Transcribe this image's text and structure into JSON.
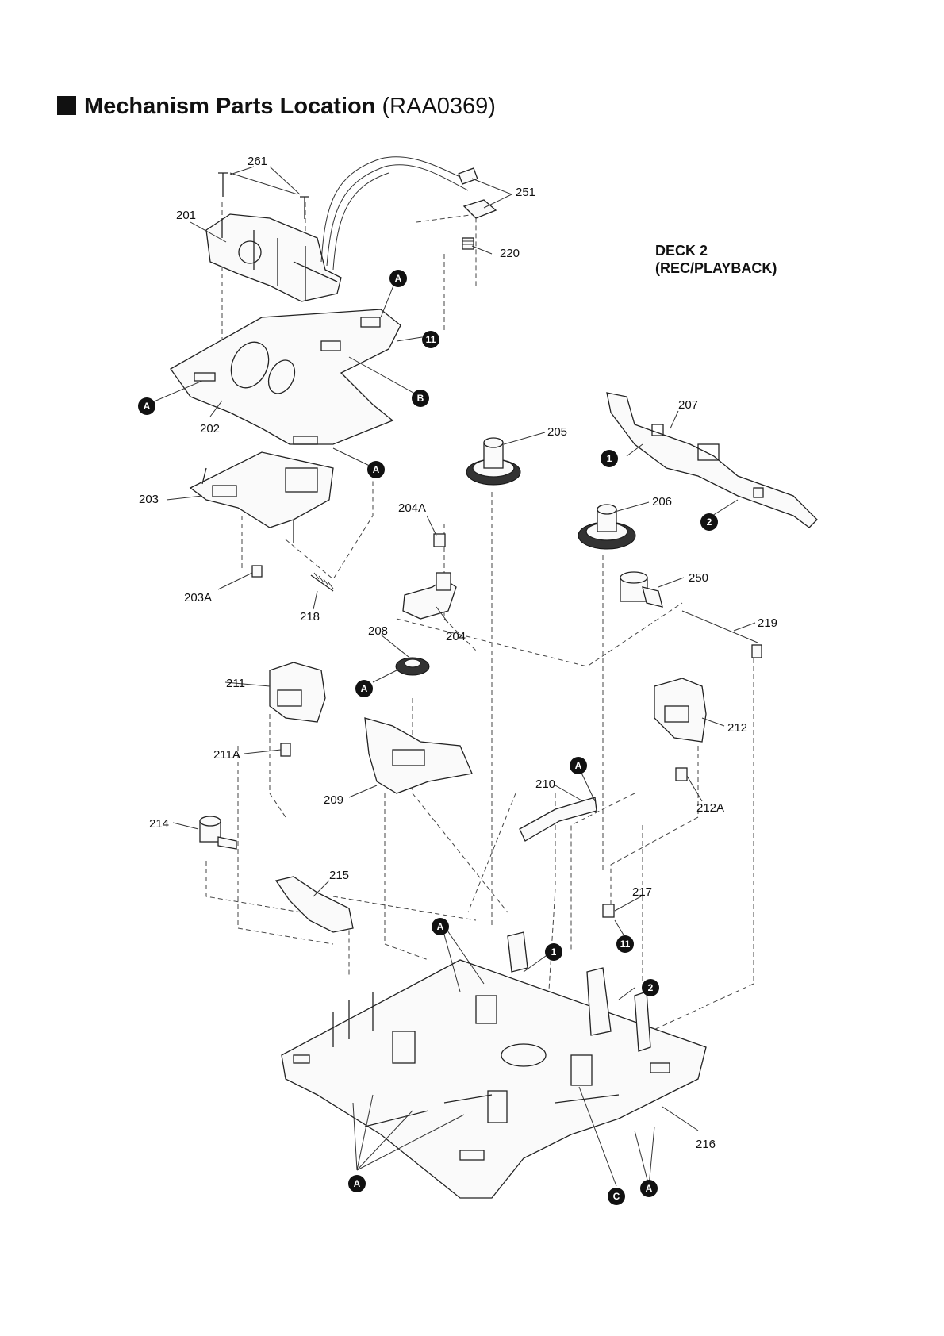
{
  "title": {
    "prefix": "Mechanism Parts Location",
    "model": "(RAA0369)"
  },
  "deck": {
    "line1": "DECK 2",
    "line2": "(REC/PLAYBACK)"
  },
  "part_labels": {
    "p261": "261",
    "p251": "251",
    "p201": "201",
    "p220": "220",
    "p202": "202",
    "p207": "207",
    "p205": "205",
    "p203": "203",
    "p204A": "204A",
    "p206": "206",
    "p250": "250",
    "p203A": "203A",
    "p218": "218",
    "p208": "208",
    "p204": "204",
    "p219": "219",
    "p211": "211",
    "p212": "212",
    "p211A": "211A",
    "p210": "210",
    "p209": "209",
    "p212A": "212A",
    "p214": "214",
    "p215": "215",
    "p217": "217",
    "p216": "216"
  },
  "markers": {
    "A": "A",
    "B": "B",
    "C": "C",
    "n1": "1",
    "n2": "2",
    "n11": "11"
  }
}
